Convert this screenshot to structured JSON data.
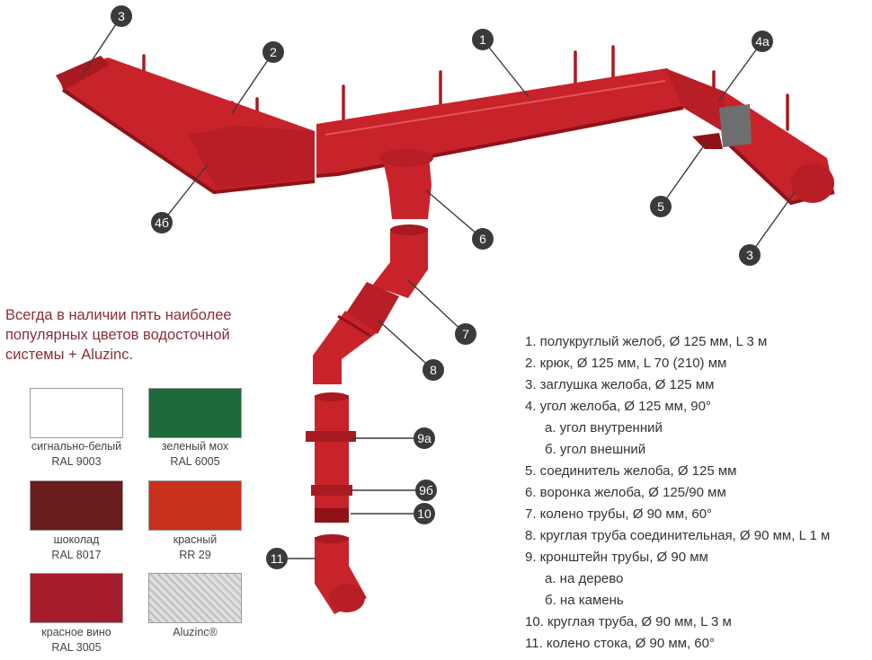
{
  "intro": "Всегда в наличии пять наиболее популярных цветов водосточной системы + Aluzinc.",
  "colors": {
    "gutter": "#c8232a",
    "gutter_dark": "#8f1218",
    "callout": "#3a3a3a",
    "intro_text": "#8a2d3a"
  },
  "callouts": {
    "c1": "1",
    "c2": "2",
    "c3a": "3",
    "c3b": "3",
    "c4a": "4а",
    "c4b": "4б",
    "c5": "5",
    "c6": "6",
    "c7": "7",
    "c8": "8",
    "c9a": "9а",
    "c9b": "9б",
    "c10": "10",
    "c11": "11"
  },
  "swatches": [
    {
      "name": "сигнально-белый",
      "code": "RAL 9003",
      "color": "#ffffff"
    },
    {
      "name": "зеленый мох",
      "code": "RAL 6005",
      "color": "#1f6a3b"
    },
    {
      "name": "шоколад",
      "code": "RAL 8017",
      "color": "#6b1c1c"
    },
    {
      "name": "красный",
      "code": "RR 29",
      "color": "#c8321c"
    },
    {
      "name": "красное вино",
      "code": "RAL 3005",
      "color": "#a51d2d"
    },
    {
      "name": "Aluzinc®",
      "code": "",
      "color": "#c9c9c9"
    }
  ],
  "legend": [
    "1. полукруглый желоб, Ø 125 мм, L 3 м",
    "2. крюк, Ø 125 мм, L 70 (210)  мм",
    "3. заглушка желоба, Ø 125 мм",
    "4. угол желоба, Ø 125 мм, 90°",
    "а. угол внутренний",
    "б. угол внешний",
    "5. соединитель желоба, Ø 125 мм",
    "6. воронка желоба, Ø 125/90 мм",
    "7. колено трубы, Ø 90 мм, 60°",
    "8. круглая труба соединительная, Ø 90 мм, L 1 м",
    "9. кронштейн трубы, Ø 90 мм",
    "а. на дерево",
    "б. на камень",
    "10. круглая труба, Ø 90 мм, L 3 м",
    "11. колено стока, Ø 90 мм, 60°"
  ]
}
